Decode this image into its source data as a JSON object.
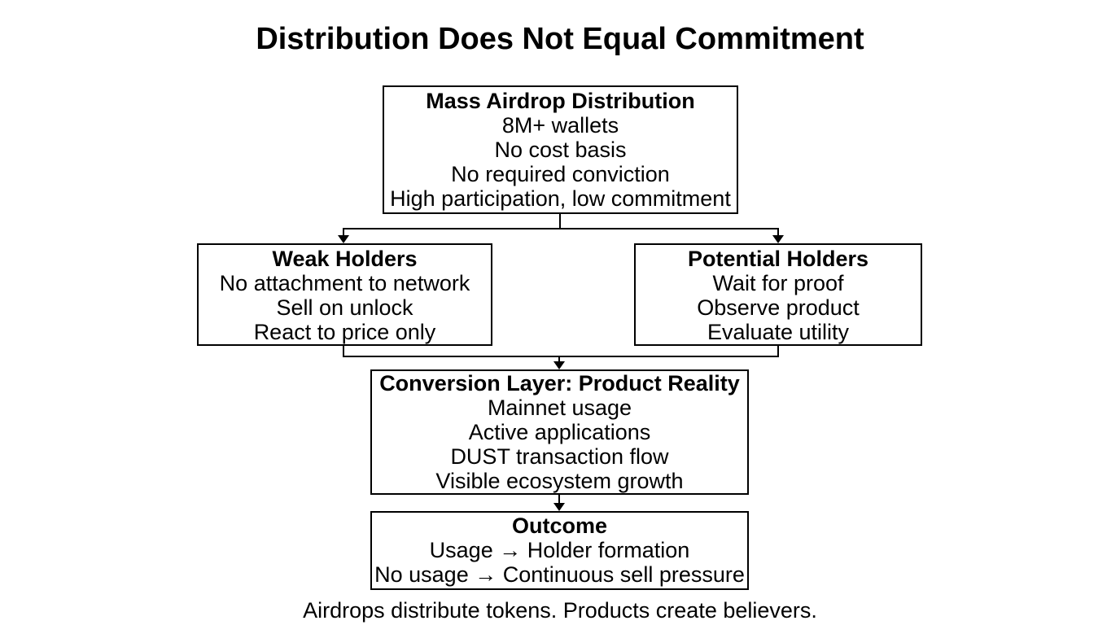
{
  "title": "Distribution Does Not Equal Commitment",
  "caption": "Airdrops distribute tokens. Products create believers.",
  "colors": {
    "background": "#ffffff",
    "border": "#000000",
    "text": "#000000"
  },
  "diagram": {
    "type": "flowchart",
    "nodes": [
      {
        "id": "mass-airdrop-distribution",
        "title": "Mass Airdrop Distribution",
        "lines": [
          "8M+ wallets",
          "No cost basis",
          "No required conviction",
          "High participation, low commitment"
        ]
      },
      {
        "id": "weak-holders",
        "title": "Weak Holders",
        "lines": [
          "No attachment to network",
          "Sell on unlock",
          "React to price only"
        ]
      },
      {
        "id": "potential-holders",
        "title": "Potential Holders",
        "lines": [
          "Wait for proof",
          "Observe product",
          "Evaluate utility"
        ]
      },
      {
        "id": "conversion-layer",
        "title": "Conversion Layer: Product Reality",
        "lines": [
          "Mainnet usage",
          "Active applications",
          "DUST transaction flow",
          "Visible ecosystem growth"
        ]
      },
      {
        "id": "outcome",
        "title": "Outcome",
        "lines": [
          "Usage → Holder formation",
          "No usage → Continuous sell pressure"
        ]
      }
    ],
    "edges": [
      {
        "from": "mass-airdrop-distribution",
        "to": "weak-holders"
      },
      {
        "from": "mass-airdrop-distribution",
        "to": "potential-holders"
      },
      {
        "from": "weak-holders",
        "to": "conversion-layer"
      },
      {
        "from": "potential-holders",
        "to": "conversion-layer"
      },
      {
        "from": "conversion-layer",
        "to": "outcome"
      }
    ]
  }
}
